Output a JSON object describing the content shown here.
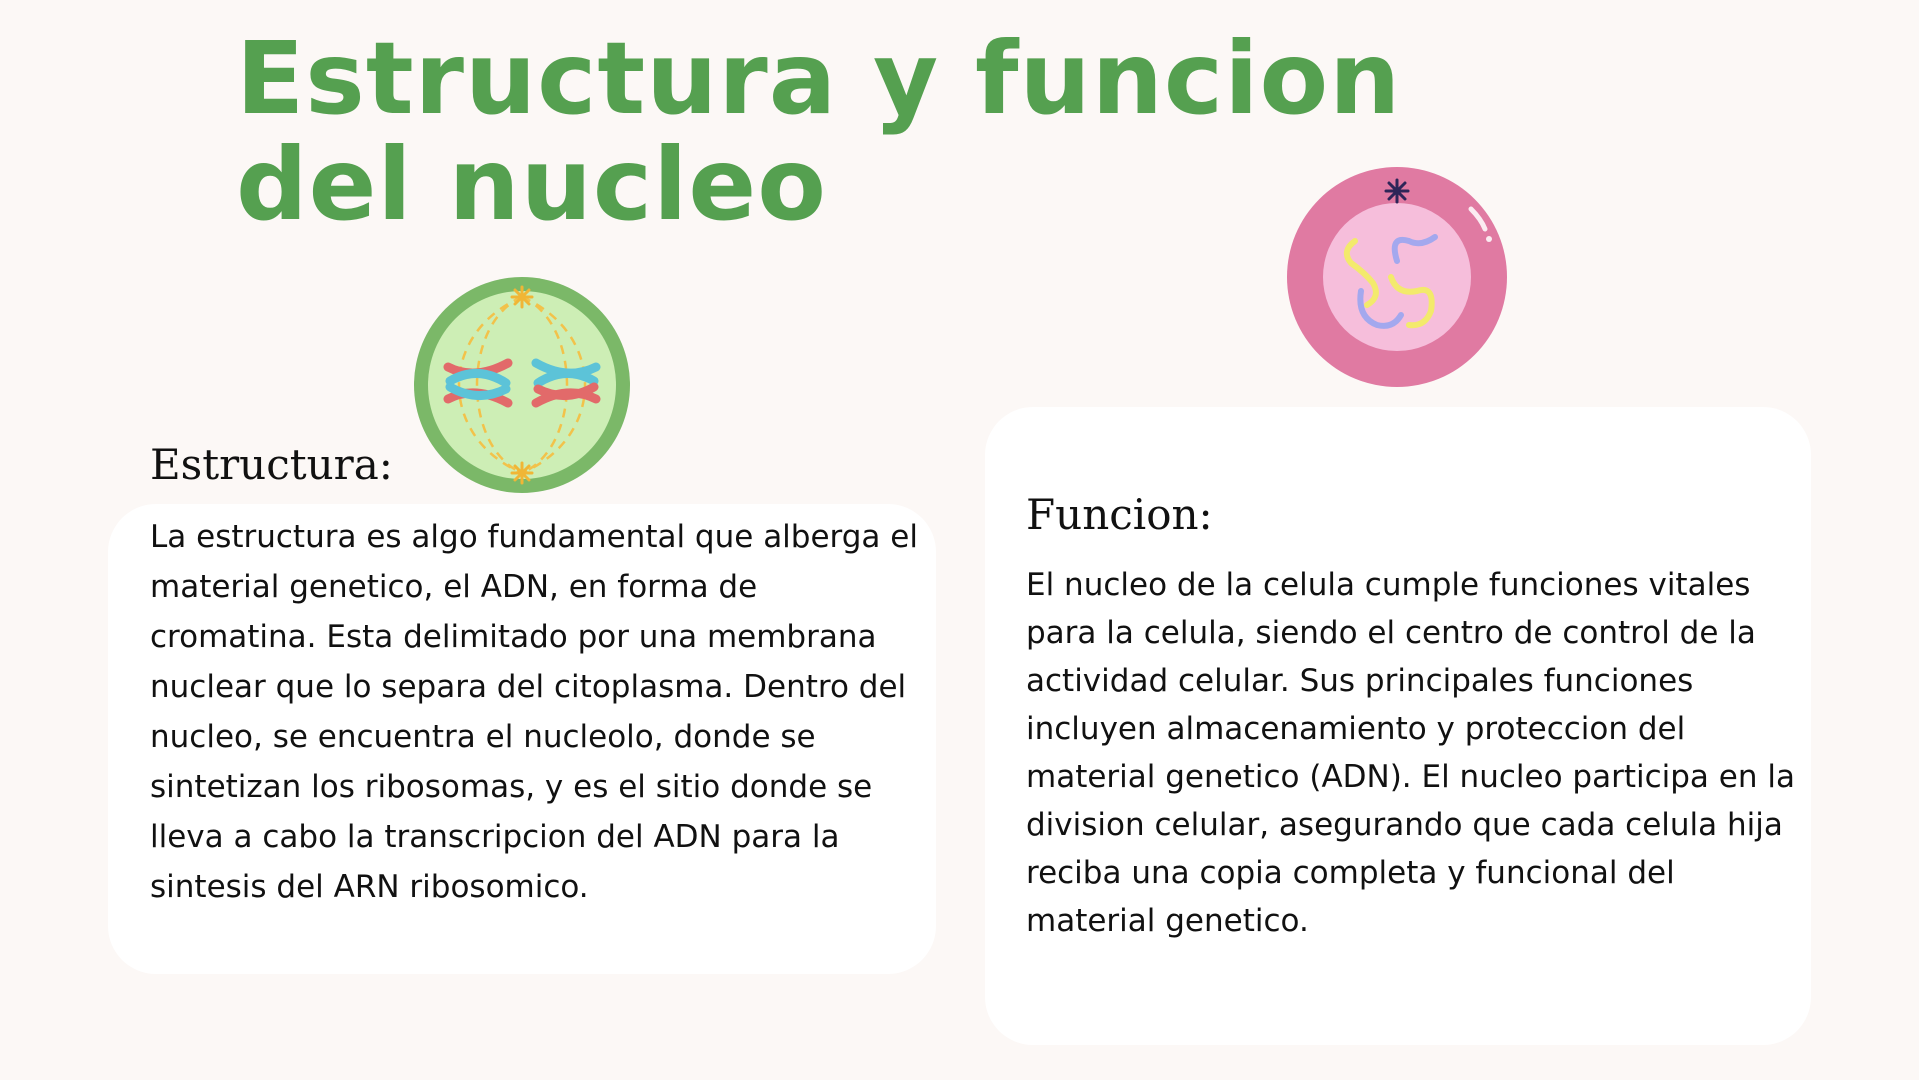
{
  "slide": {
    "title": "Estructura y funcion del nucleo"
  },
  "estructura": {
    "heading": "Estructura:",
    "body": "La estructura es algo fundamental que alberga el material genetico, el ADN, en forma de cromatina. Esta delimitado por una membrana nuclear que lo separa del citoplasma. Dentro del nucleo, se encuentra el nucleolo, donde se sintetizan los ribosomas, y es el sitio donde se lleva a cabo la transcripcion del ADN para la sintesis del ARN ribosomico.",
    "icon": "dividing-cell-icon"
  },
  "funcion": {
    "heading": "Funcion:",
    "body": "El nucleo de la celula cumple funciones vitales para la celula, siendo el centro de control de la actividad celular. Sus principales funciones incluyen almacenamiento y proteccion del material genetico (ADN). El nucleo participa en la division celular, asegurando que cada celula hija reciba una copia completa y funcional del material genetico.",
    "icon": "cell-nucleus-icon"
  },
  "colors": {
    "background": "#fcf8f6",
    "title": "#55a050",
    "card": "#ffffff",
    "text": "#111111"
  }
}
